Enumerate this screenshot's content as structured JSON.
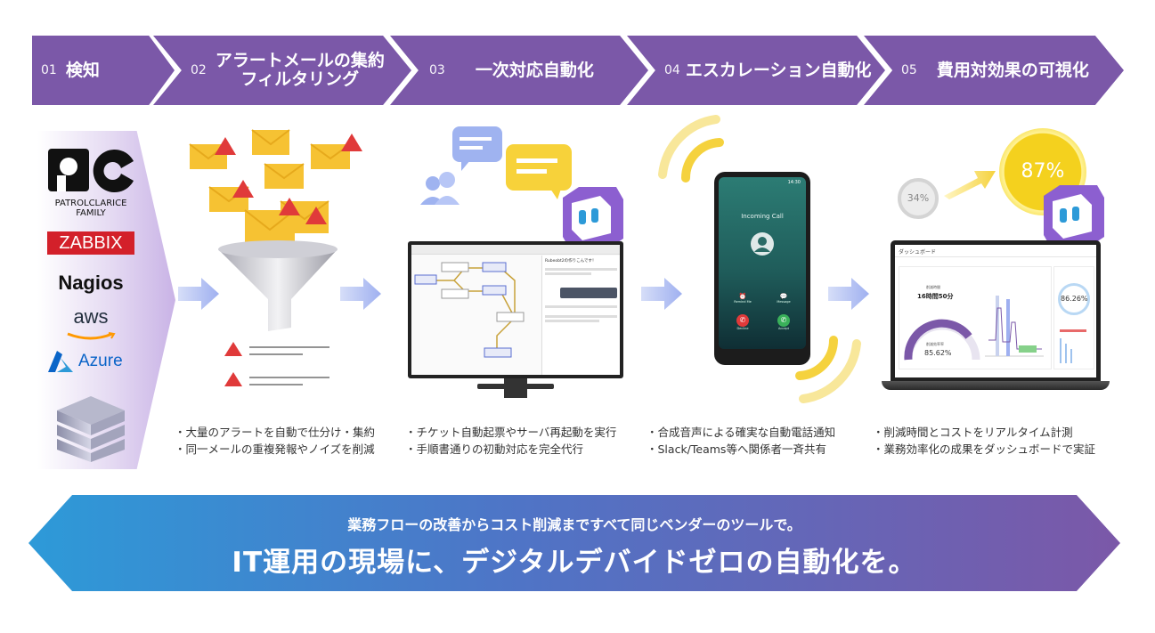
{
  "steps": [
    {
      "num": "01",
      "label": "検知"
    },
    {
      "num": "02",
      "label": "アラートメールの集約\nフィルタリング"
    },
    {
      "num": "03",
      "label": "一次対応自動化"
    },
    {
      "num": "04",
      "label": "エスカレーション自動化"
    },
    {
      "num": "05",
      "label": "費用対効果の可視化"
    }
  ],
  "tools": {
    "patrol_line1": "PATROLCLARICE",
    "patrol_line2": "FAMILY",
    "zabbix": "ZABBIX",
    "nagios": "Nagios",
    "aws": "aws",
    "azure": "Azure"
  },
  "bullets": {
    "col2": [
      "・大量のアラートを自動で仕分け・集約",
      "・同一メールの重複発報やノイズを削減"
    ],
    "col3": [
      "・チケット自動起票やサーバ再起動を実行",
      "・手順書通りの初動対応を完全代行"
    ],
    "col4": [
      "・合成音声による確実な自動電話通知",
      "・Slack/Teams等へ関係者一斉共有"
    ],
    "col5": [
      "・削減時間とコストをリアルタイム計測",
      "・業務効率化の成果をダッシュボードで実証"
    ]
  },
  "phone": {
    "time": "14:30",
    "incoming": "Incoming Call",
    "remind": "Remind Me",
    "message": "Message",
    "decline": "Decline",
    "accept": "Accept"
  },
  "dashboard": {
    "title": "ダッシュボード",
    "reduced_time_label": "削減時間",
    "reduced_time_value": "16時間50分",
    "rate_label": "削減効率率",
    "rate_value": "85.62%",
    "right_value": "86.26%"
  },
  "gauges": {
    "small": "34%",
    "big": "87%"
  },
  "chat": {
    "title": "Rubeobt2の作りこんです！"
  },
  "banner": {
    "sub": "業務フローの改善からコスト削減まですべて同じベンダーのツールで。",
    "main": "IT運用の現場に、デジタルデバイドゼロの自動化を。"
  },
  "colors": {
    "step": "#7b58a8",
    "banner_start": "#2d9ad8",
    "banner_end": "#7b58a8",
    "alert": "#e03a3a",
    "mail": "#f6c233"
  }
}
